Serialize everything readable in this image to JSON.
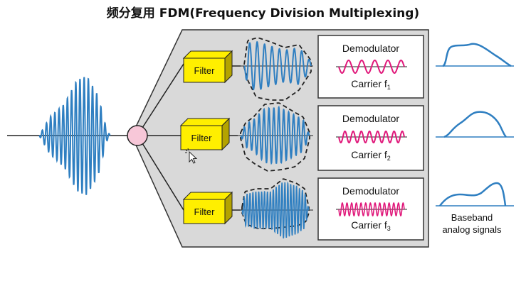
{
  "title": "频分复用 FDM(Frequency Division Multiplexing)",
  "filter_label": "Filter",
  "channels": [
    {
      "demodulator_label": "Demodulator",
      "carrier_label": "Carrier f",
      "carrier_index": "1"
    },
    {
      "demodulator_label": "Demodulator",
      "carrier_label": "Carrier f",
      "carrier_index": "2"
    },
    {
      "demodulator_label": "Demodulator",
      "carrier_label": "Carrier f",
      "carrier_index": "3"
    }
  ],
  "output_caption": {
    "line1": "Baseband",
    "line2": "analog signals"
  },
  "colors": {
    "signal_blue": "#2f7fc1",
    "carrier_pink": "#e0187a",
    "filter_yellow": "#ffef00",
    "panel_gray": "#d9d9d9",
    "junction_pink": "#f7c7d8"
  },
  "icons": [
    "cursor-arrow-icon"
  ]
}
